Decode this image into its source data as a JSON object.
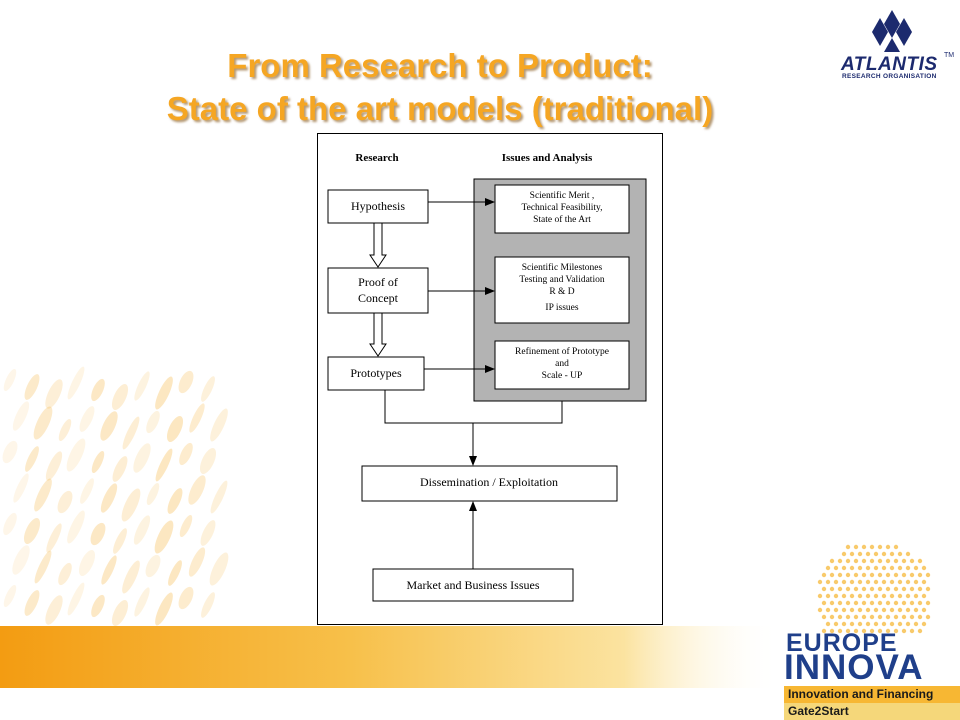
{
  "slide": {
    "title_line1": "From Research to Product:",
    "title_line2": "State of the art models (traditional)"
  },
  "logos": {
    "atlantis": {
      "name": "ATLANTIS",
      "tagline": "RESEARCH ORGANISATION",
      "trademark": "TM"
    },
    "europe_innova": {
      "line1": "EUROPE",
      "line2": "INNOVA",
      "band1": "Innovation and Financing",
      "band2": "Gate2Start"
    }
  },
  "diagram": {
    "col_research": "Research",
    "col_issues": "Issues and Analysis",
    "hypothesis": "Hypothesis",
    "proof_line1": "Proof of",
    "proof_line2": "Concept",
    "prototypes": "Prototypes",
    "issue1_line1": "Scientific Merit ,",
    "issue1_line2": "Technical Feasibility,",
    "issue1_line3": "State of the Art",
    "issue2_line1": "Scientific Milestones",
    "issue2_line2": "Testing and Validation",
    "issue2_line3": "R & D",
    "issue2_line4": "IP issues",
    "issue3_line1": "Refinement of Prototype",
    "issue3_line2": "and",
    "issue3_line3": "Scale - UP",
    "dissemination": "Dissemination / Exploitation",
    "market": "Market and Business Issues"
  },
  "colors": {
    "title": "#f5a623",
    "accent_orange": "#f39c12",
    "atlantis_blue": "#1c2a6e",
    "innova_blue": "#1f3f8a",
    "issues_panel": "#b3b3b3"
  }
}
